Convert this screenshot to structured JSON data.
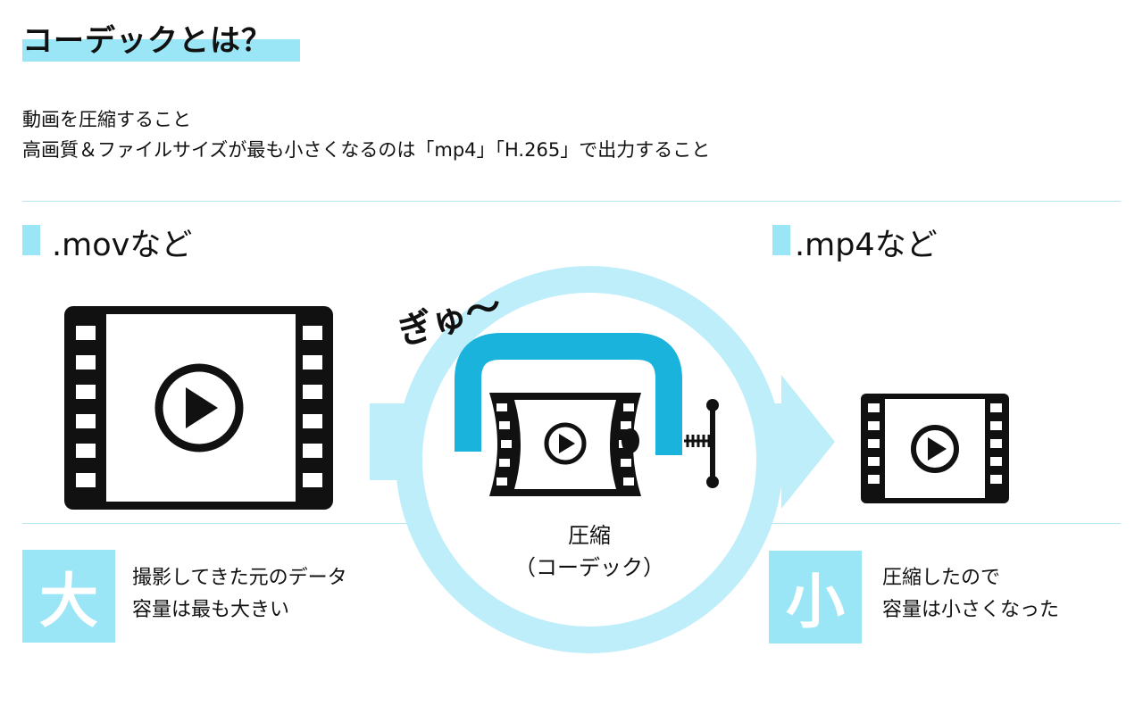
{
  "title": "コーデックとは？",
  "description": [
    "動画を圧縮すること",
    "高画質＆ファイルサイズが最も小さくなるのは「mp4」「H.265」で出力すること"
  ],
  "left": {
    "format": ".movなど",
    "badge": "大",
    "lines": [
      "撮影してきた元のデータ",
      "容量は最も大きい"
    ]
  },
  "right": {
    "format": ".mp4など",
    "badge": "小",
    "lines": [
      "圧縮したので",
      "容量は小さくなった"
    ]
  },
  "center": {
    "exclaim": "ぎゅ～",
    "label_line1": "圧縮",
    "label_line2": "（コーデック）"
  },
  "colors": {
    "accent_light": "#9ae6f6",
    "ring": "#bfeefb",
    "clamp": "#19b3dc",
    "black": "#111111"
  },
  "icons": [
    "film-large-icon",
    "clamp-icon",
    "film-small-icon",
    "play-icon"
  ]
}
